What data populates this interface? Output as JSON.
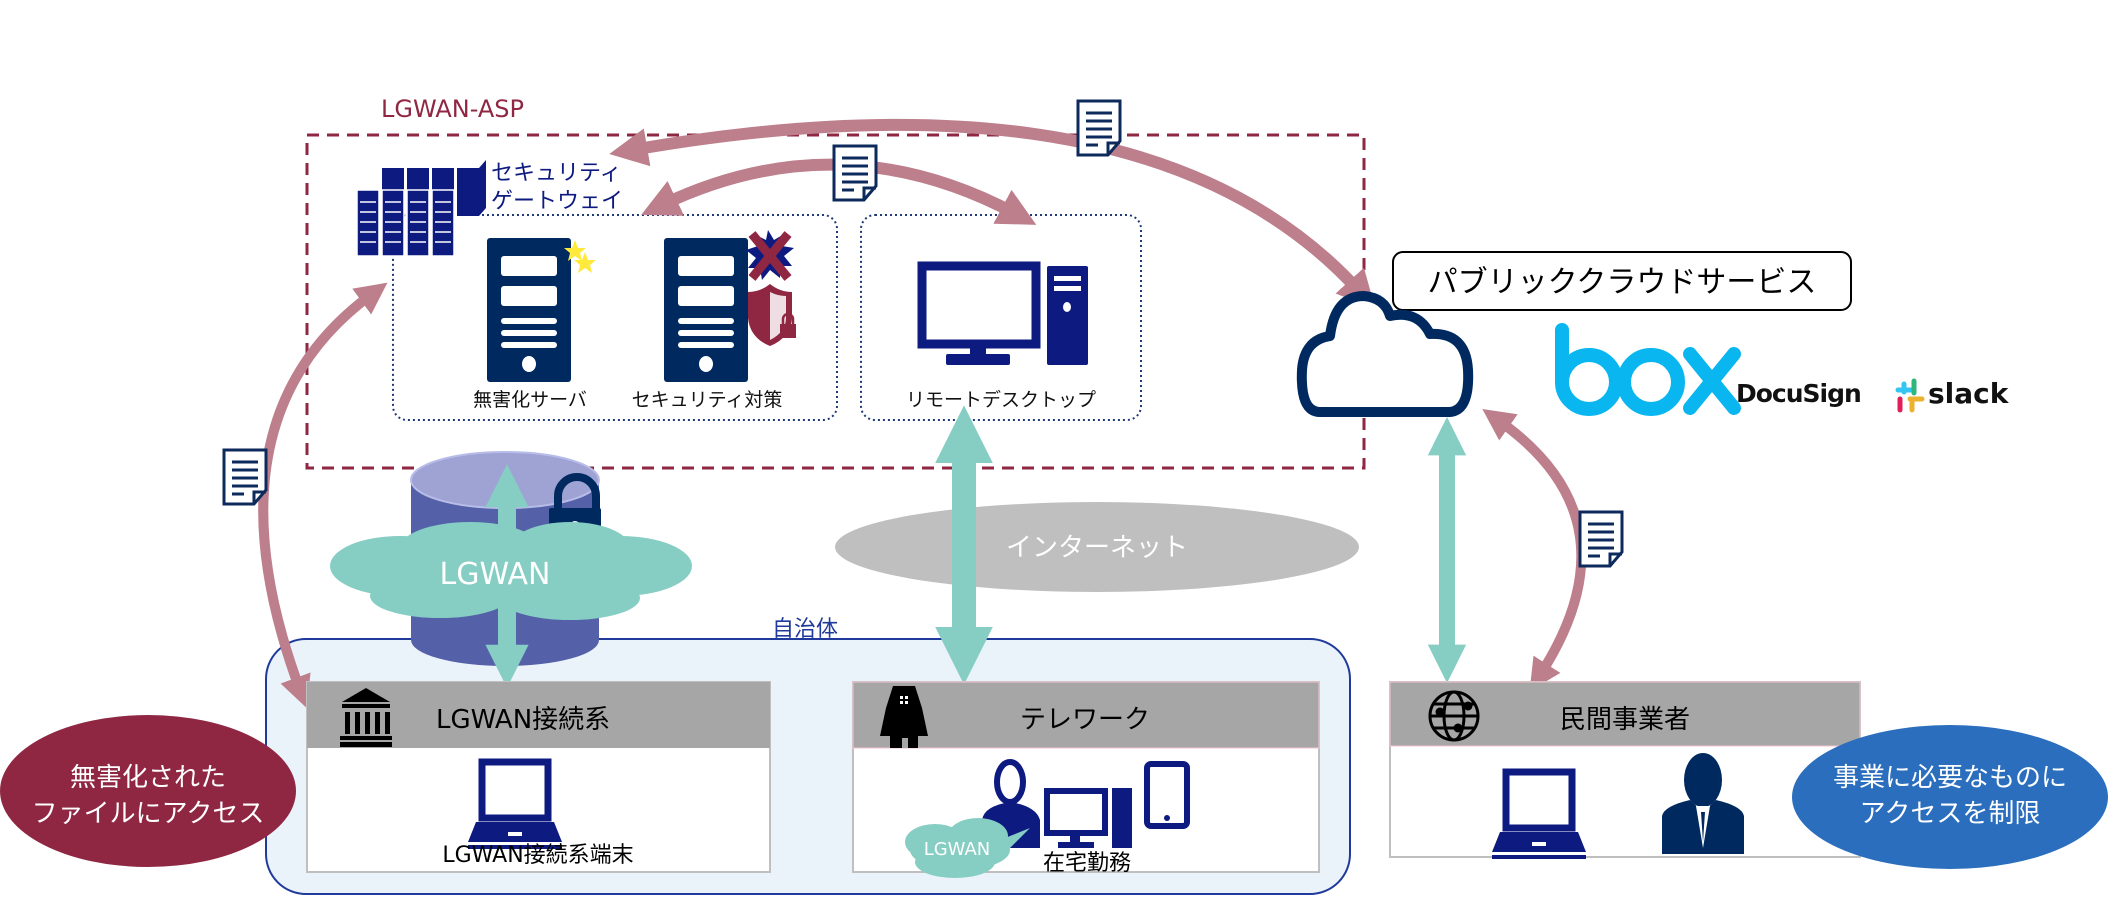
{
  "asp": {
    "label": "LGWAN-ASP",
    "gateway_line1": "セキュリティ",
    "gateway_line2": "ゲートウェイ",
    "sanitize_server": "無害化サーバ",
    "security": "セキュリティ対策",
    "remote_desktop": "リモートデスクトップ"
  },
  "cloud": {
    "label": "パブリッククラウドサービス",
    "logos": [
      "box",
      "DocuSign",
      "slack"
    ]
  },
  "network": {
    "lgwan": "LGWAN",
    "internet": "インターネット"
  },
  "municipality": {
    "label": "自治体"
  },
  "panels": {
    "lgwan": {
      "title": "LGWAN接続系",
      "caption": "LGWAN接続系端末"
    },
    "telework": {
      "title": "テレワーク",
      "caption": "在宅勤務",
      "cloud_label": "LGWAN"
    },
    "private": {
      "title": "民間事業者"
    }
  },
  "callouts": {
    "left_line1": "無害化された",
    "left_line2": "ファイルにアクセス",
    "right_line1": "事業に必要なものに",
    "right_line2": "アクセスを制限"
  },
  "colors": {
    "flow_arrow": "#bd7f8c",
    "access_arrow": "#86cdc3",
    "navy": "#0d1a80",
    "maroon": "#8f2743",
    "blue": "#2a6ebd",
    "box_brand": "#0ab6f0"
  }
}
